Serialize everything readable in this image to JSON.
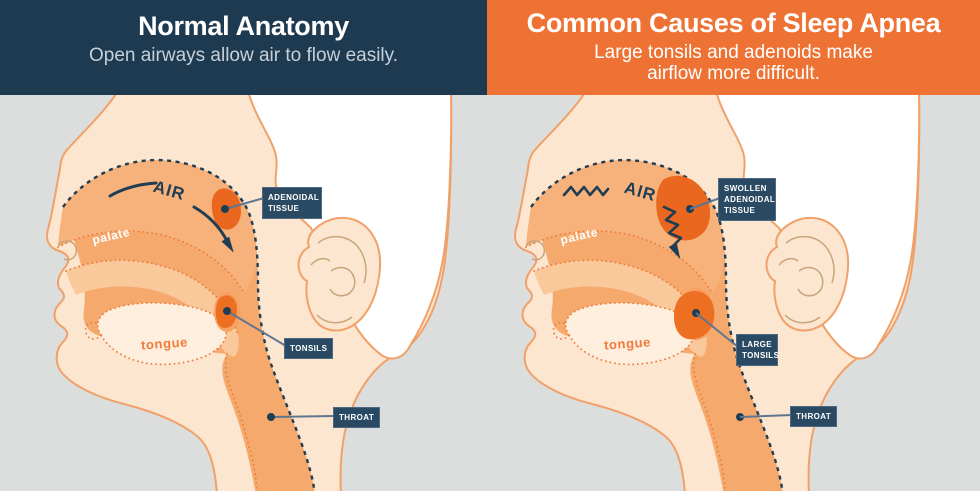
{
  "infographic": {
    "panels": [
      {
        "id": "normal",
        "header": {
          "title": "Normal Anatomy",
          "subtitle": "Open airways allow air to flow easily.",
          "background": "#1e3a50"
        },
        "air_label": "AIR",
        "palate_label": "palate",
        "tongue_label": "tongue",
        "callouts": [
          {
            "id": "adenoidal-tissue",
            "label": "ADENOIDAL TISSUE"
          },
          {
            "id": "tonsils",
            "label": "TONSILS"
          },
          {
            "id": "throat",
            "label": "THROAT"
          }
        ]
      },
      {
        "id": "sleep-apnea",
        "header": {
          "title": "Common Causes of Sleep Apnea",
          "subtitle": "Large tonsils and adenoids make airflow more difficult.",
          "background": "#ee7233"
        },
        "air_label": "AIR",
        "palate_label": "palate",
        "tongue_label": "tongue",
        "callouts": [
          {
            "id": "swollen-adenoidal-tissue",
            "label": "SWOLLEN ADENOIDAL TISSUE"
          },
          {
            "id": "large-tonsils",
            "label": "LARGE TONSILS"
          },
          {
            "id": "throat",
            "label": "THROAT"
          }
        ]
      }
    ],
    "colors": {
      "header_navy": "#1e3a50",
      "header_orange": "#ee7233",
      "background_gray": "#dcdddd",
      "skin": "#fce6d0",
      "skin_outline": "#f0a169",
      "airway_orange": "#f5a96d",
      "nasal_cavity": "#f7b17a",
      "palate_highlight_band": "#f9c89b",
      "mouth_light": "#fdeedd",
      "tissue_dark_orange": "#e9671e",
      "tissue_halo": "#f7a163",
      "outline_navy": "#1f3d53",
      "dotted_orange": "#ee7c3a",
      "callout_box": "#2a4a63",
      "connector_line": "#5f7590",
      "tongue_text": "#f2793d"
    }
  }
}
